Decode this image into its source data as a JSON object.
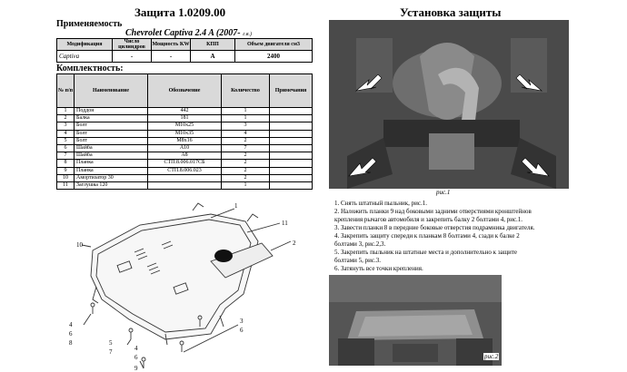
{
  "header": {
    "title": "Защита 1.0209.00",
    "applicability_label": "Применяемость",
    "car_model": "Chevrolet Captiva 2.4 A",
    "car_year": "(2007-",
    "car_year_suffix": "г.в.)"
  },
  "applicability_table": {
    "headers": [
      "Модификация",
      "Число цилиндров",
      "Мощность KW",
      "КПП",
      "Объем двигателя см3"
    ],
    "row": [
      "Captiva",
      "-",
      "-",
      "A",
      "2400"
    ]
  },
  "components": {
    "label": "Комплектность:",
    "headers": [
      "№ п/п",
      "Наименование",
      "Обозначение",
      "Количество",
      "Примечания"
    ],
    "rows": [
      [
        "1",
        "Поддон",
        "442",
        "1",
        ""
      ],
      [
        "2",
        "Балка",
        "181",
        "1",
        ""
      ],
      [
        "3",
        "Болт",
        "M10x25",
        "3",
        ""
      ],
      [
        "4",
        "Болт",
        "M10x35",
        "4",
        ""
      ],
      [
        "5",
        "Болт",
        "M8x16",
        "2",
        ""
      ],
      [
        "6",
        "Шайба",
        "A10",
        "7",
        ""
      ],
      [
        "7",
        "Шайба",
        "A8",
        "2",
        ""
      ],
      [
        "8",
        "Планка",
        "СТП.8.006.017СБ",
        "2",
        ""
      ],
      [
        "9",
        "Планка",
        "СТП.8.006.023",
        "2",
        ""
      ],
      [
        "10",
        "Амортизатор 30",
        "",
        "2",
        ""
      ],
      [
        "11",
        "Заглушка 120",
        "",
        "1",
        ""
      ]
    ]
  },
  "diagram": {
    "callouts": [
      "1",
      "11",
      "10",
      "2",
      "4",
      "6",
      "8",
      "5",
      "7",
      "4",
      "6",
      "9",
      "3",
      "6"
    ]
  },
  "installation": {
    "title": "Установка защиты",
    "fig1_caption": "рис.1",
    "fig2_caption": "рис.2",
    "steps": [
      "1.   Снять штатный пыльник, рис.1.",
      "2.   Наложить планки 9 над боковыми задними отверстиями кронштейнов",
      "      крепления рычагов автомобиля и закрепить балку 2 болтами 4, рис.1.",
      "3.   Завести планки 8 в передние боковые отверстия подрамника двигателя.",
      "4.   Закрепить защиту спереди к планкам 8 болтами 4, сзади к балке 2",
      "      болтами 3, рис.2,3.",
      "5.   Закрепить пыльник на штатные места и дополнительно к защите",
      "      болтами 5, рис.3.",
      "6.   Затянуть все точки крепления."
    ]
  }
}
